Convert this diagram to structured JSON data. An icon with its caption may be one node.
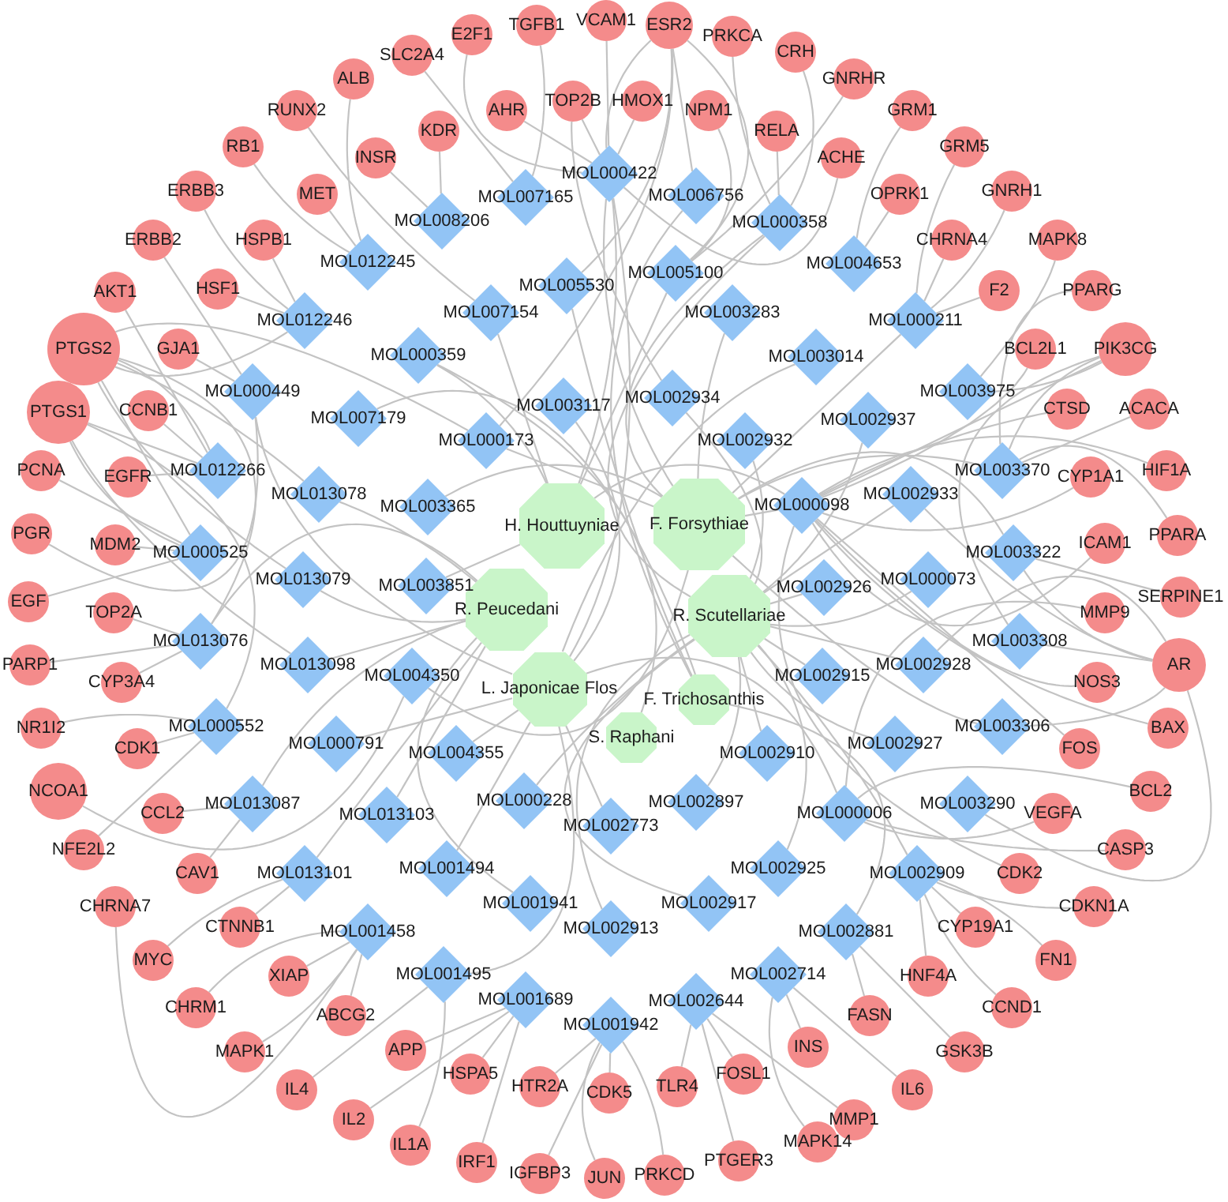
{
  "diagram": {
    "nodes": [
      {
        "text": [
          "H. Houttuyniae"
        ]
      },
      {
        "text": [
          "F. Forsythiae"
        ]
      },
      {
        "text": [
          "R. Peucedani"
        ]
      },
      {
        "text": [
          "R. Scutellariae"
        ]
      },
      {
        "text": [
          "L. Japonicae Flos"
        ]
      },
      {
        "text": [
          "F. Trichosanthis"
        ]
      },
      {
        "text": [
          "S. Raphani"
        ]
      },
      {
        "text": [
          "MOL000422"
        ]
      },
      {
        "text": [
          "MOL007165"
        ]
      },
      {
        "text": [
          "MOL006756"
        ]
      },
      {
        "text": [
          "MOL008206"
        ]
      },
      {
        "text": [
          "MOL000358"
        ]
      },
      {
        "text": [
          "MOL012245"
        ]
      },
      {
        "text": [
          "MOL004653"
        ]
      },
      {
        "text": [
          "MOL005100"
        ]
      },
      {
        "text": [
          "MOL005530"
        ]
      },
      {
        "text": [
          "MOL007154"
        ]
      },
      {
        "text": [
          "MOL003283"
        ]
      },
      {
        "text": [
          "MOL012246"
        ]
      },
      {
        "text": [
          "MOL000211"
        ]
      },
      {
        "text": [
          "MOL000359"
        ]
      },
      {
        "text": [
          "MOL003014"
        ]
      },
      {
        "text": [
          "MOL000449"
        ]
      },
      {
        "text": [
          "MOL003975"
        ]
      },
      {
        "text": [
          "MOL002934"
        ]
      },
      {
        "text": [
          "MOL003117"
        ]
      },
      {
        "text": [
          "MOL007179"
        ]
      },
      {
        "text": [
          "MOL002937"
        ]
      },
      {
        "text": [
          "MOL000173"
        ]
      },
      {
        "text": [
          "MOL002932"
        ]
      },
      {
        "text": [
          "MOL012266"
        ]
      },
      {
        "text": [
          "MOL003370"
        ]
      },
      {
        "text": [
          "MOL013078"
        ]
      },
      {
        "text": [
          "MOL002933"
        ]
      },
      {
        "text": [
          "MOL000098"
        ]
      },
      {
        "text": [
          "MOL003365"
        ]
      },
      {
        "text": [
          "MOL000525"
        ]
      },
      {
        "text": [
          "MOL003322"
        ]
      },
      {
        "text": [
          "MOL013079"
        ]
      },
      {
        "text": [
          "MOL000073"
        ]
      },
      {
        "text": [
          "MOL003851"
        ]
      },
      {
        "text": [
          "MOL002926"
        ]
      },
      {
        "text": [
          "MOL013076"
        ]
      },
      {
        "text": [
          "MOL003308"
        ]
      },
      {
        "text": [
          "MOL013098"
        ]
      },
      {
        "text": [
          "MOL002928"
        ]
      },
      {
        "text": [
          "MOL004350"
        ]
      },
      {
        "text": [
          "MOL002915"
        ]
      },
      {
        "text": [
          "MOL000552"
        ]
      },
      {
        "text": [
          "MOL003306"
        ]
      },
      {
        "text": [
          "MOL000791"
        ]
      },
      {
        "text": [
          "MOL002927"
        ]
      },
      {
        "text": [
          "MOL004355"
        ]
      },
      {
        "text": [
          "MOL002910"
        ]
      },
      {
        "text": [
          "MOL000228"
        ]
      },
      {
        "text": [
          "MOL002897"
        ]
      },
      {
        "text": [
          "MOL013087"
        ]
      },
      {
        "text": [
          "MOL003290"
        ]
      },
      {
        "text": [
          "MOL000006"
        ]
      },
      {
        "text": [
          "MOL013103"
        ]
      },
      {
        "text": [
          "MOL002773"
        ]
      },
      {
        "text": [
          "MOL001494"
        ]
      },
      {
        "text": [
          "MOL002925"
        ]
      },
      {
        "text": [
          "MOL013101"
        ]
      },
      {
        "text": [
          "MOL002909"
        ]
      },
      {
        "text": [
          "MOL001941"
        ]
      },
      {
        "text": [
          "MOL002917"
        ]
      },
      {
        "text": [
          "MOL002913"
        ]
      },
      {
        "text": [
          "MOL001458"
        ]
      },
      {
        "text": [
          "MOL002881"
        ]
      },
      {
        "text": [
          "MOL001495"
        ]
      },
      {
        "text": [
          "MOL002714"
        ]
      },
      {
        "text": [
          "MOL001689"
        ]
      },
      {
        "text": [
          "MOL002644"
        ]
      },
      {
        "text": [
          "MOL001942"
        ]
      },
      {
        "text": [
          "VCAM1"
        ]
      },
      {
        "text": [
          "TGFB1"
        ]
      },
      {
        "text": [
          "ESR2"
        ]
      },
      {
        "text": [
          "E2F1"
        ]
      },
      {
        "text": [
          "PRKCA"
        ]
      },
      {
        "text": [
          "SLC2A4"
        ]
      },
      {
        "text": [
          "CRH"
        ]
      },
      {
        "text": [
          "ALB"
        ]
      },
      {
        "text": [
          "GNRHR"
        ]
      },
      {
        "text": [
          "TOP2B"
        ]
      },
      {
        "text": [
          "HMOX1"
        ]
      },
      {
        "text": [
          "RUNX2"
        ]
      },
      {
        "text": [
          "AHR"
        ]
      },
      {
        "text": [
          "NPM1"
        ]
      },
      {
        "text": [
          "GRM1"
        ]
      },
      {
        "text": [
          "KDR"
        ]
      },
      {
        "text": [
          "RELA"
        ]
      },
      {
        "text": [
          "RB1"
        ]
      },
      {
        "text": [
          "GRM5"
        ]
      },
      {
        "text": [
          "INSR"
        ]
      },
      {
        "text": [
          "ACHE"
        ]
      },
      {
        "text": [
          "ERBB3"
        ]
      },
      {
        "text": [
          "GNRH1"
        ]
      },
      {
        "text": [
          "MET"
        ]
      },
      {
        "text": [
          "OPRK1"
        ]
      },
      {
        "text": [
          "ERBB2"
        ]
      },
      {
        "text": [
          "HSPB1"
        ]
      },
      {
        "text": [
          "CHRNA4"
        ]
      },
      {
        "text": [
          "MAPK8"
        ]
      },
      {
        "text": [
          "HSF1"
        ]
      },
      {
        "text": [
          "F2"
        ]
      },
      {
        "text": [
          "AKT1"
        ]
      },
      {
        "text": [
          "PPARG"
        ]
      },
      {
        "text": [
          "PTGS2"
        ]
      },
      {
        "text": [
          "GJA1"
        ]
      },
      {
        "text": [
          "BCL2L1"
        ]
      },
      {
        "text": [
          "PIK3CG"
        ]
      },
      {
        "text": [
          "PTGS1"
        ]
      },
      {
        "text": [
          "CCNB1"
        ]
      },
      {
        "text": [
          "CTSD"
        ]
      },
      {
        "text": [
          "ACACA"
        ]
      },
      {
        "text": [
          "PCNA"
        ]
      },
      {
        "text": [
          "HIF1A"
        ]
      },
      {
        "text": [
          "EGFR"
        ]
      },
      {
        "text": [
          "CYP1A1"
        ]
      },
      {
        "text": [
          "PGR"
        ]
      },
      {
        "text": [
          "PPARA"
        ]
      },
      {
        "text": [
          "ICAM1"
        ]
      },
      {
        "text": [
          "MDM2"
        ]
      },
      {
        "text": [
          "SERPINE1"
        ]
      },
      {
        "text": [
          "EGF"
        ]
      },
      {
        "text": [
          "TOP2A"
        ]
      },
      {
        "text": [
          "MMP9"
        ]
      },
      {
        "text": [
          "PARP1"
        ]
      },
      {
        "text": [
          "AR"
        ]
      },
      {
        "text": [
          "CYP3A4"
        ]
      },
      {
        "text": [
          "NOS3"
        ]
      },
      {
        "text": [
          "NR1I2"
        ]
      },
      {
        "text": [
          "BAX"
        ]
      },
      {
        "text": [
          "CDK1"
        ]
      },
      {
        "text": [
          "FOS"
        ]
      },
      {
        "text": [
          "NCOA1"
        ]
      },
      {
        "text": [
          "BCL2"
        ]
      },
      {
        "text": [
          "CCL2"
        ]
      },
      {
        "text": [
          "VEGFA"
        ]
      },
      {
        "text": [
          "NFE2L2"
        ]
      },
      {
        "text": [
          "CASP3"
        ]
      },
      {
        "text": [
          "CAV1"
        ]
      },
      {
        "text": [
          "CDK2"
        ]
      },
      {
        "text": [
          "CHRNA7"
        ]
      },
      {
        "text": [
          "CDKN1A"
        ]
      },
      {
        "text": [
          "CTNNB1"
        ]
      },
      {
        "text": [
          "CYP19A1"
        ]
      },
      {
        "text": [
          "MYC"
        ]
      },
      {
        "text": [
          "FN1"
        ]
      },
      {
        "text": [
          "XIAP"
        ]
      },
      {
        "text": [
          "HNF4A"
        ]
      },
      {
        "text": [
          "CHRM1"
        ]
      },
      {
        "text": [
          "CCND1"
        ]
      },
      {
        "text": [
          "ABCG2"
        ]
      },
      {
        "text": [
          "FASN"
        ]
      },
      {
        "text": [
          "APP"
        ]
      },
      {
        "text": [
          "INS"
        ]
      },
      {
        "text": [
          "MAPK1"
        ]
      },
      {
        "text": [
          "GSK3B"
        ]
      },
      {
        "text": [
          "HSPA5"
        ]
      },
      {
        "text": [
          "FOSL1"
        ]
      },
      {
        "text": [
          "HTR2A"
        ]
      },
      {
        "text": [
          "TLR4"
        ]
      },
      {
        "text": [
          "IL4"
        ]
      },
      {
        "text": [
          "IL6"
        ]
      },
      {
        "text": [
          "CDK5"
        ]
      },
      {
        "text": [
          "IL2"
        ]
      },
      {
        "text": [
          "MMP1"
        ]
      },
      {
        "text": [
          "IL1A"
        ]
      },
      {
        "text": [
          "MAPK14"
        ]
      },
      {
        "text": [
          "IRF1"
        ]
      },
      {
        "text": [
          "PTGER3"
        ]
      },
      {
        "text": [
          "IGFBP3"
        ]
      },
      {
        "text": [
          "PRKCD"
        ]
      },
      {
        "text": [
          "JUN"
        ]
      }
    ],
    "edges": [
      {
        "from": 3,
        "to": 39,
        "arrow": "none"
      },
      {
        "from": 3,
        "to": 54,
        "arrow": "none"
      },
      {
        "from": 3,
        "to": 55,
        "arrow": "none"
      },
      {
        "from": 3,
        "to": 64,
        "arrow": "none"
      },
      {
        "from": 3,
        "to": 53,
        "arrow": "none"
      },
      {
        "from": 3,
        "to": 67,
        "arrow": "none"
      },
      {
        "from": 3,
        "to": 47,
        "arrow": "none"
      },
      {
        "from": 3,
        "to": 66,
        "arrow": "none"
      },
      {
        "from": 3,
        "to": 62,
        "arrow": "none"
      },
      {
        "from": 3,
        "to": 41,
        "arrow": "none"
      },
      {
        "from": 3,
        "to": 51,
        "arrow": "none"
      },
      {
        "from": 3,
        "to": 45,
        "arrow": "none"
      },
      {
        "from": 3,
        "to": 29,
        "arrow": "none"
      },
      {
        "from": 3,
        "to": 33,
        "arrow": "none"
      },
      {
        "from": 3,
        "to": 24,
        "arrow": "none"
      },
      {
        "from": 3,
        "to": 27,
        "arrow": "none"
      },
      {
        "from": 3,
        "to": 11,
        "arrow": "none"
      },
      {
        "from": 1,
        "to": 34,
        "arrow": "none"
      },
      {
        "from": 1,
        "to": 28,
        "arrow": "none"
      },
      {
        "from": 1,
        "to": 19,
        "arrow": "none"
      },
      {
        "from": 1,
        "to": 11,
        "arrow": "none"
      },
      {
        "from": 1,
        "to": 7,
        "arrow": "none"
      },
      {
        "from": 1,
        "to": 17,
        "arrow": "none"
      },
      {
        "from": 1,
        "to": 49,
        "arrow": "none"
      },
      {
        "from": 1,
        "to": 37,
        "arrow": "none"
      },
      {
        "from": 1,
        "to": 35,
        "arrow": "none"
      },
      {
        "from": 1,
        "to": 31,
        "arrow": "none"
      },
      {
        "from": 1,
        "to": 46,
        "arrow": "none"
      },
      {
        "from": 4,
        "to": 7,
        "arrow": "none"
      },
      {
        "from": 4,
        "to": 58,
        "arrow": "none"
      },
      {
        "from": 4,
        "to": 22,
        "arrow": "none"
      },
      {
        "from": 4,
        "to": 61,
        "arrow": "none"
      },
      {
        "from": 4,
        "to": 70,
        "arrow": "none"
      },
      {
        "from": 4,
        "to": 60,
        "arrow": "none"
      },
      {
        "from": 4,
        "to": 21,
        "arrow": "none"
      },
      {
        "from": 4,
        "to": 25,
        "arrow": "none"
      },
      {
        "from": 4,
        "to": 50,
        "arrow": "none"
      },
      {
        "from": 4,
        "to": 52,
        "arrow": "none"
      },
      {
        "from": 2,
        "to": 65,
        "arrow": "none"
      },
      {
        "from": 2,
        "to": 42,
        "arrow": "none"
      },
      {
        "from": 2,
        "to": 32,
        "arrow": "none"
      },
      {
        "from": 2,
        "to": 38,
        "arrow": "none"
      },
      {
        "from": 2,
        "to": 56,
        "arrow": "none"
      },
      {
        "from": 2,
        "to": 44,
        "arrow": "none"
      },
      {
        "from": 2,
        "to": 63,
        "arrow": "none"
      },
      {
        "from": 2,
        "to": 59,
        "arrow": "none"
      },
      {
        "from": 0,
        "to": 34,
        "arrow": "none"
      },
      {
        "from": 0,
        "to": 7,
        "arrow": "none"
      },
      {
        "from": 0,
        "to": 20,
        "arrow": "none"
      },
      {
        "from": 0,
        "to": 40,
        "arrow": "none"
      },
      {
        "from": 0,
        "to": 14,
        "arrow": "none"
      },
      {
        "from": 0,
        "to": 16,
        "arrow": "none"
      },
      {
        "from": 5,
        "to": 15,
        "arrow": "none"
      },
      {
        "from": 5,
        "to": 9,
        "arrow": "none"
      },
      {
        "from": 5,
        "to": 69,
        "arrow": "none"
      },
      {
        "from": 5,
        "to": 26,
        "arrow": "none"
      },
      {
        "from": 6,
        "to": 20,
        "arrow": "none"
      },
      {
        "from": 34,
        "to": 111,
        "arrow": "none"
      },
      {
        "from": 34,
        "to": 143,
        "arrow": "none"
      },
      {
        "from": 34,
        "to": 133,
        "arrow": "none"
      },
      {
        "from": 34,
        "to": 119,
        "arrow": "none"
      },
      {
        "from": 34,
        "to": 122,
        "arrow": "none"
      },
      {
        "from": 34,
        "to": 135,
        "arrow": "none"
      },
      {
        "from": 34,
        "to": 117,
        "arrow": "none"
      },
      {
        "from": 34,
        "to": 114,
        "arrow": "none"
      },
      {
        "from": 34,
        "to": 131,
        "arrow": "none"
      },
      {
        "from": 34,
        "to": 110,
        "arrow": "none"
      },
      {
        "from": 7,
        "to": 95,
        "arrow": "none"
      },
      {
        "from": 7,
        "to": 75,
        "arrow": "none"
      },
      {
        "from": 7,
        "to": 85,
        "arrow": "none"
      },
      {
        "from": 7,
        "to": 87,
        "arrow": "none"
      },
      {
        "from": 7,
        "to": 84,
        "arrow": "none"
      },
      {
        "from": 7,
        "to": 77,
        "arrow": "none"
      },
      {
        "from": 58,
        "to": 139,
        "arrow": "none"
      },
      {
        "from": 58,
        "to": 141,
        "arrow": "none"
      },
      {
        "from": 58,
        "to": 137,
        "arrow": "none"
      },
      {
        "from": 58,
        "to": 127,
        "arrow": "none"
      },
      {
        "from": 28,
        "to": 108,
        "arrow": "none"
      },
      {
        "from": 28,
        "to": 77,
        "arrow": "none"
      },
      {
        "from": 71,
        "to": 157,
        "arrow": "none"
      },
      {
        "from": 11,
        "to": 79,
        "arrow": "none"
      },
      {
        "from": 11,
        "to": 81,
        "arrow": "none"
      },
      {
        "from": 22,
        "to": 120,
        "arrow": "none"
      },
      {
        "from": 18,
        "to": 108,
        "arrow": "none"
      },
      {
        "from": 30,
        "to": 108,
        "arrow": "none"
      },
      {
        "from": 36,
        "to": 108,
        "arrow": "none"
      },
      {
        "from": 38,
        "to": 108,
        "arrow": "none"
      },
      {
        "from": 42,
        "to": 108,
        "arrow": "none"
      },
      {
        "from": 32,
        "to": 108,
        "arrow": "none"
      },
      {
        "from": 30,
        "to": 112,
        "arrow": "none"
      },
      {
        "from": 36,
        "to": 112,
        "arrow": "none"
      },
      {
        "from": 48,
        "to": 112,
        "arrow": "none"
      },
      {
        "from": 44,
        "to": 112,
        "arrow": "none"
      },
      {
        "from": 33,
        "to": 129,
        "arrow": "none"
      },
      {
        "from": 45,
        "to": 129,
        "arrow": "none"
      },
      {
        "from": 43,
        "to": 129,
        "arrow": "none"
      },
      {
        "from": 37,
        "to": 129,
        "arrow": "none"
      },
      {
        "from": 49,
        "to": 129,
        "arrow": "none"
      },
      {
        "from": 57,
        "to": 129,
        "arrow": "none"
      },
      {
        "from": 43,
        "to": 111,
        "arrow": "none"
      },
      {
        "from": 23,
        "to": 111,
        "arrow": "none"
      },
      {
        "from": 31,
        "to": 111,
        "arrow": "none"
      },
      {
        "from": 46,
        "to": 136,
        "arrow": "none"
      },
      {
        "from": 14,
        "to": 77,
        "arrow": "none"
      },
      {
        "from": 15,
        "to": 77,
        "arrow": "none"
      },
      {
        "from": 9,
        "to": 77,
        "arrow": "none"
      },
      {
        "from": 8,
        "to": 76,
        "arrow": "none"
      },
      {
        "from": 14,
        "to": 83,
        "arrow": "none"
      },
      {
        "from": 24,
        "to": 84,
        "arrow": "none"
      },
      {
        "from": 14,
        "to": 88,
        "arrow": "none"
      },
      {
        "from": 13,
        "to": 89,
        "arrow": "none"
      },
      {
        "from": 10,
        "to": 90,
        "arrow": "none"
      },
      {
        "from": 19,
        "to": 93,
        "arrow": "none"
      },
      {
        "from": 19,
        "to": 97,
        "arrow": "none"
      },
      {
        "from": 13,
        "to": 99,
        "arrow": "none"
      },
      {
        "from": 19,
        "to": 102,
        "arrow": "none"
      },
      {
        "from": 68,
        "to": 144,
        "arrow": "none"
      },
      {
        "from": 64,
        "to": 147,
        "arrow": "none"
      },
      {
        "from": 64,
        "to": 151,
        "arrow": "none"
      },
      {
        "from": 69,
        "to": 155,
        "arrow": "none"
      },
      {
        "from": 72,
        "to": 156,
        "arrow": "none"
      },
      {
        "from": 72,
        "to": 160,
        "arrow": "none"
      },
      {
        "from": 73,
        "to": 161,
        "arrow": "none"
      },
      {
        "from": 74,
        "to": 162,
        "arrow": "none"
      },
      {
        "from": 73,
        "to": 163,
        "arrow": "none"
      },
      {
        "from": 74,
        "to": 166,
        "arrow": "none"
      },
      {
        "from": 73,
        "to": 172,
        "arrow": "none"
      },
      {
        "from": 74,
        "to": 174,
        "arrow": "none"
      },
      {
        "from": 7,
        "to": 78,
        "arrow": "none"
      },
      {
        "from": 8,
        "to": 80,
        "arrow": "none"
      },
      {
        "from": 12,
        "to": 82,
        "arrow": "none"
      },
      {
        "from": 16,
        "to": 86,
        "arrow": "none"
      },
      {
        "from": 11,
        "to": 91,
        "arrow": "none"
      },
      {
        "from": 12,
        "to": 92,
        "arrow": "none"
      },
      {
        "from": 10,
        "to": 94,
        "arrow": "none"
      },
      {
        "from": 18,
        "to": 96,
        "arrow": "none"
      },
      {
        "from": 12,
        "to": 98,
        "arrow": "none"
      },
      {
        "from": 22,
        "to": 100,
        "arrow": "none"
      },
      {
        "from": 18,
        "to": 101,
        "arrow": "none"
      },
      {
        "from": 23,
        "to": 103,
        "arrow": "none"
      },
      {
        "from": 18,
        "to": 104,
        "arrow": "none"
      },
      {
        "from": 19,
        "to": 105,
        "arrow": "none"
      },
      {
        "from": 30,
        "to": 106,
        "arrow": "none"
      },
      {
        "from": 31,
        "to": 107,
        "arrow": "none"
      },
      {
        "from": 22,
        "to": 109,
        "arrow": "none"
      },
      {
        "from": 30,
        "to": 113,
        "arrow": "none"
      },
      {
        "from": 31,
        "to": 115,
        "arrow": "none"
      },
      {
        "from": 36,
        "to": 116,
        "arrow": "none"
      },
      {
        "from": 30,
        "to": 118,
        "arrow": "none"
      },
      {
        "from": 31,
        "to": 121,
        "arrow": "none"
      },
      {
        "from": 36,
        "to": 123,
        "arrow": "none"
      },
      {
        "from": 37,
        "to": 124,
        "arrow": "none"
      },
      {
        "from": 36,
        "to": 125,
        "arrow": "none"
      },
      {
        "from": 42,
        "to": 126,
        "arrow": "none"
      },
      {
        "from": 42,
        "to": 128,
        "arrow": "none"
      },
      {
        "from": 42,
        "to": 130,
        "arrow": "none"
      },
      {
        "from": 48,
        "to": 132,
        "arrow": "none"
      },
      {
        "from": 48,
        "to": 134,
        "arrow": "none"
      },
      {
        "from": 56,
        "to": 138,
        "arrow": "none"
      },
      {
        "from": 48,
        "to": 140,
        "arrow": "none"
      },
      {
        "from": 56,
        "to": 142,
        "arrow": "none"
      },
      {
        "from": 64,
        "to": 145,
        "arrow": "none"
      },
      {
        "from": 63,
        "to": 146,
        "arrow": "none"
      },
      {
        "from": 63,
        "to": 148,
        "arrow": "none"
      },
      {
        "from": 64,
        "to": 149,
        "arrow": "none"
      },
      {
        "from": 68,
        "to": 150,
        "arrow": "none"
      },
      {
        "from": 68,
        "to": 152,
        "arrow": "none"
      },
      {
        "from": 64,
        "to": 153,
        "arrow": "none"
      },
      {
        "from": 68,
        "to": 154,
        "arrow": "none"
      },
      {
        "from": 68,
        "to": 158,
        "arrow": "none"
      },
      {
        "from": 69,
        "to": 159,
        "arrow": "none"
      },
      {
        "from": 70,
        "to": 164,
        "arrow": "none"
      },
      {
        "from": 71,
        "to": 165,
        "arrow": "none"
      },
      {
        "from": 72,
        "to": 167,
        "arrow": "none"
      },
      {
        "from": 73,
        "to": 168,
        "arrow": "none"
      },
      {
        "from": 70,
        "to": 169,
        "arrow": "none"
      },
      {
        "from": 71,
        "to": 170,
        "arrow": "none"
      },
      {
        "from": 72,
        "to": 171,
        "arrow": "none"
      },
      {
        "from": 74,
        "to": 173,
        "arrow": "none"
      },
      {
        "from": 74,
        "to": 175,
        "arrow": "none"
      }
    ]
  }
}
